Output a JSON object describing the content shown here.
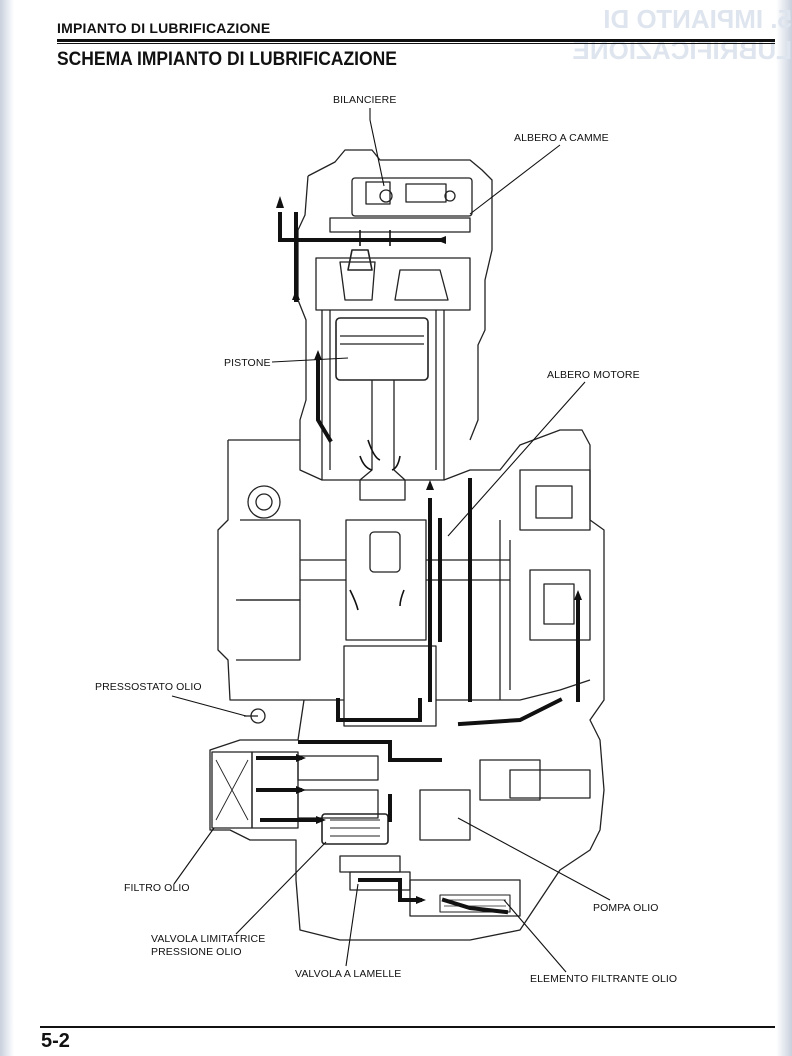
{
  "header": {
    "chapter_title": "IMPIANTO DI LUBRIFICAZIONE"
  },
  "section": {
    "title": "SCHEMA IMPIANTO DI LUBRIFICAZIONE"
  },
  "labels": {
    "bilanciere": "BILANCIERE",
    "albero_a_camme": "ALBERO A CAMME",
    "pistone": "PISTONE",
    "albero_motore": "ALBERO MOTORE",
    "pressostato_olio": "PRESSOSTATO OLIO",
    "filtro_olio": "FILTRO OLIO",
    "valvola_limitatrice_1": "VALVOLA LIMITATRICE",
    "valvola_limitatrice_2": "PRESSIONE OLIO",
    "pompa_olio": "POMPA OLIO",
    "valvola_a_lamelle": "VALVOLA A LAMELLE",
    "elemento_filtrante_olio": "ELEMENTO FILTRANTE OLIO"
  },
  "footer": {
    "page_number": "5-2"
  },
  "colors": {
    "ink": "#111111",
    "bleed_through": "#dfe5ee",
    "page_edge": "#c9d0dc"
  }
}
